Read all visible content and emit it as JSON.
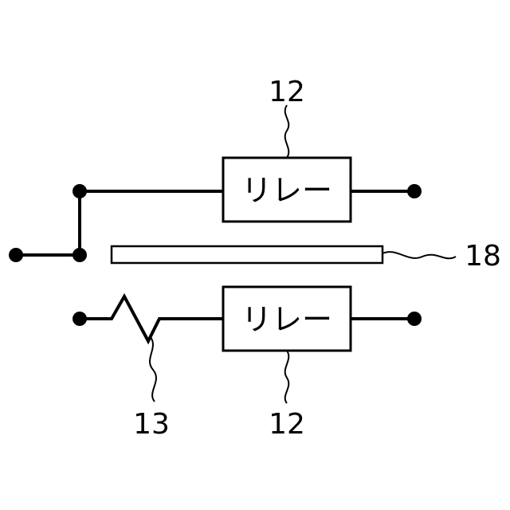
{
  "relays": [
    {
      "text": "リレー",
      "ref": "12"
    },
    {
      "text": "リレー",
      "ref": "12"
    }
  ],
  "resistor_ref": "13",
  "bar_ref": "18"
}
